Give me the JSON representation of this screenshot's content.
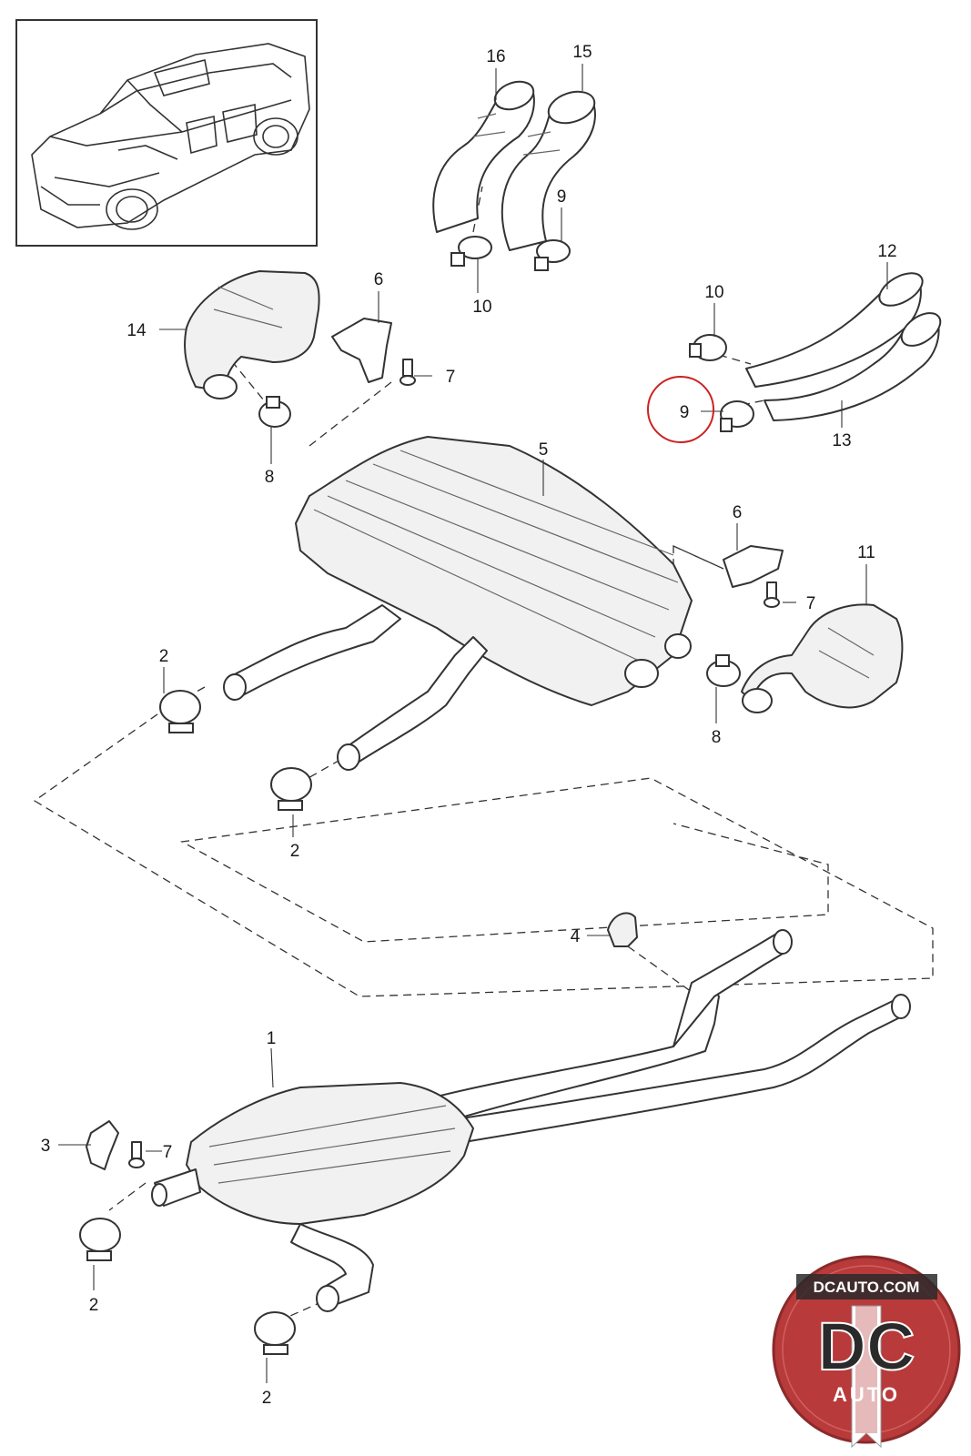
{
  "callouts": {
    "c1": "1",
    "c2a": "2",
    "c2b": "2",
    "c2c": "2",
    "c2d": "2",
    "c3": "3",
    "c4": "4",
    "c5": "5",
    "c6a": "6",
    "c6b": "6",
    "c7a": "7",
    "c7b": "7",
    "c7c": "7",
    "c8a": "8",
    "c8b": "8",
    "c9a": "9",
    "c9b": "9",
    "c10a": "10",
    "c10b": "10",
    "c11": "11",
    "c12": "12",
    "c13": "13",
    "c14": "14",
    "c15": "15",
    "c16": "16"
  },
  "highlight": {
    "label": "9",
    "color": "#cc2222"
  },
  "logo": {
    "top_text": "DCAUTO.COM",
    "letters": "DC",
    "bottom_text": "AUTO"
  },
  "colors": {
    "ink": "#333333",
    "logo_red": "#b83a3a",
    "logo_dark": "#2a2a2a"
  }
}
